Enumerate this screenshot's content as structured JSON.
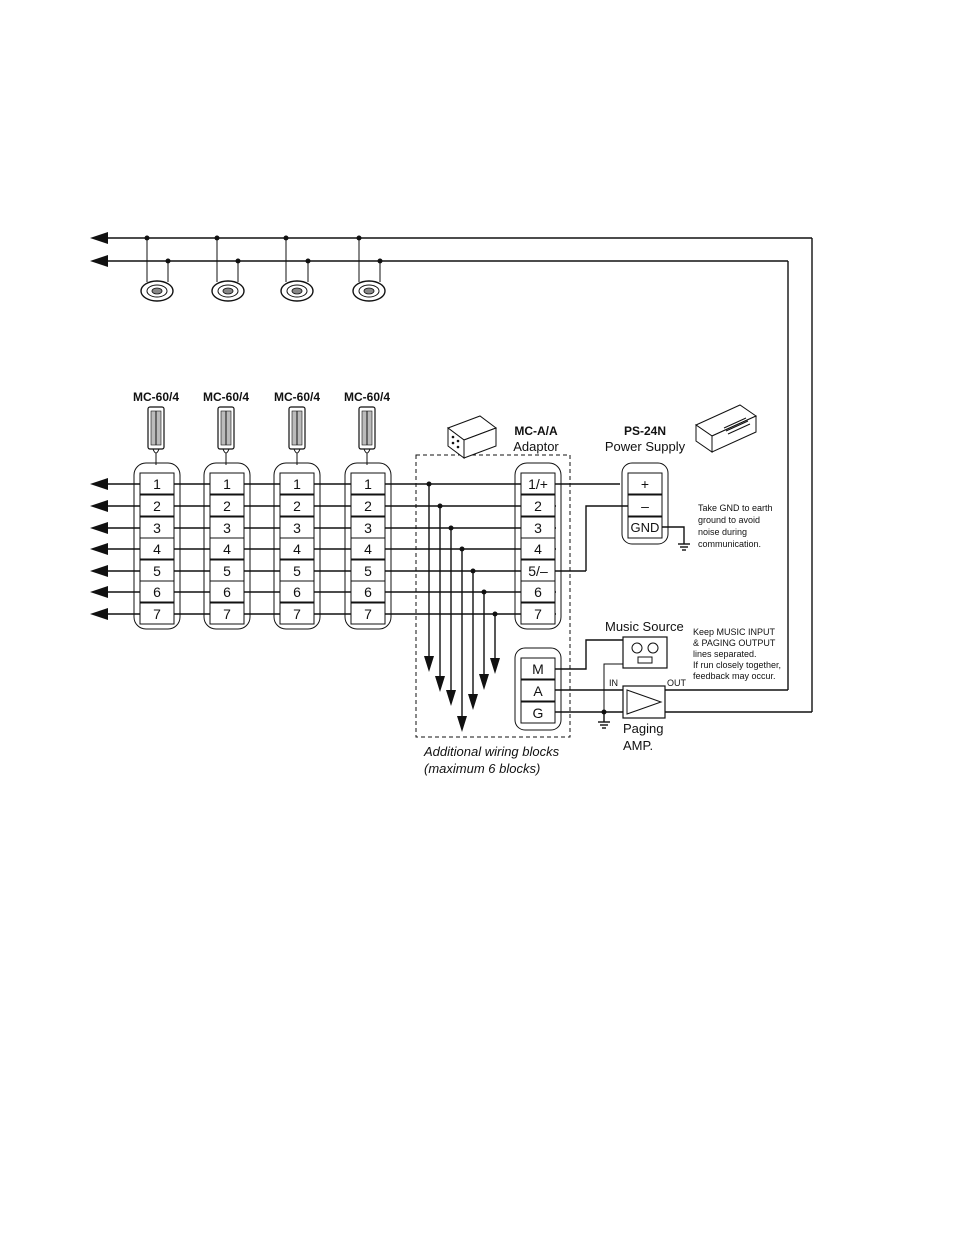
{
  "stations": {
    "block_labels": [
      "MC-60/4",
      "MC-60/4",
      "MC-60/4",
      "MC-60/4"
    ],
    "terminals": [
      "1",
      "2",
      "3",
      "4",
      "5",
      "6",
      "7"
    ]
  },
  "adaptor": {
    "model": "MC-A/A",
    "name": "Adaptor",
    "terminals": [
      "1/+",
      "2",
      "3",
      "4",
      "5/–",
      "6",
      "7"
    ],
    "music_terminals": [
      "M",
      "A",
      "G"
    ]
  },
  "power_supply": {
    "model": "PS-24N",
    "name": "Power Supply",
    "terminals": [
      "+",
      "–",
      "GND"
    ]
  },
  "notes": {
    "gnd_note": [
      "Take GND to earth",
      "ground to avoid",
      "noise during",
      "communication."
    ],
    "music_note": [
      "Keep MUSIC INPUT",
      "& PAGING OUTPUT",
      "lines separated.",
      "If run closely together,",
      "feedback may occur."
    ]
  },
  "music_source": {
    "label": "Music Source"
  },
  "amp": {
    "in_label": "IN",
    "out_label": "OUT",
    "label_line1": "Paging",
    "label_line2": "AMP."
  },
  "additional_blocks": {
    "line1": "Additional wiring blocks",
    "line2": "(maximum 6 blocks)"
  }
}
